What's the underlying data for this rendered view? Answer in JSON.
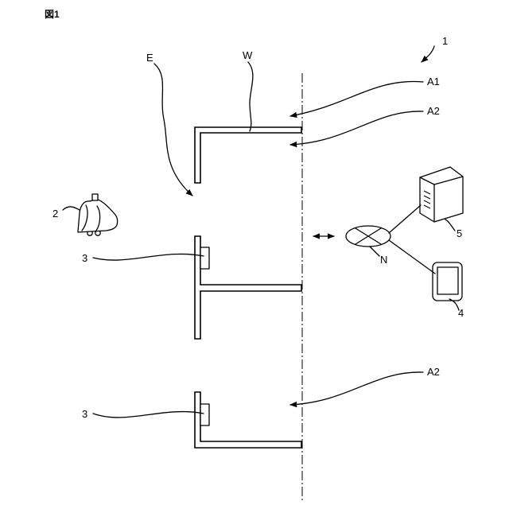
{
  "figure": {
    "title": "図1"
  },
  "labels": {
    "system": "1",
    "robot": "2",
    "device_upper": "3",
    "device_lower": "3",
    "terminal": "4",
    "server": "5",
    "area_a1": "A1",
    "area_a2_upper": "A2",
    "area_a2_lower": "A2",
    "elevator": "E",
    "wall": "W",
    "network": "N"
  },
  "icons": {
    "robot": "robot-icon",
    "server": "server-icon",
    "terminal": "mobile-terminal-icon",
    "network": "network-icon",
    "bidirectional_arrow": "double-arrow-icon"
  }
}
